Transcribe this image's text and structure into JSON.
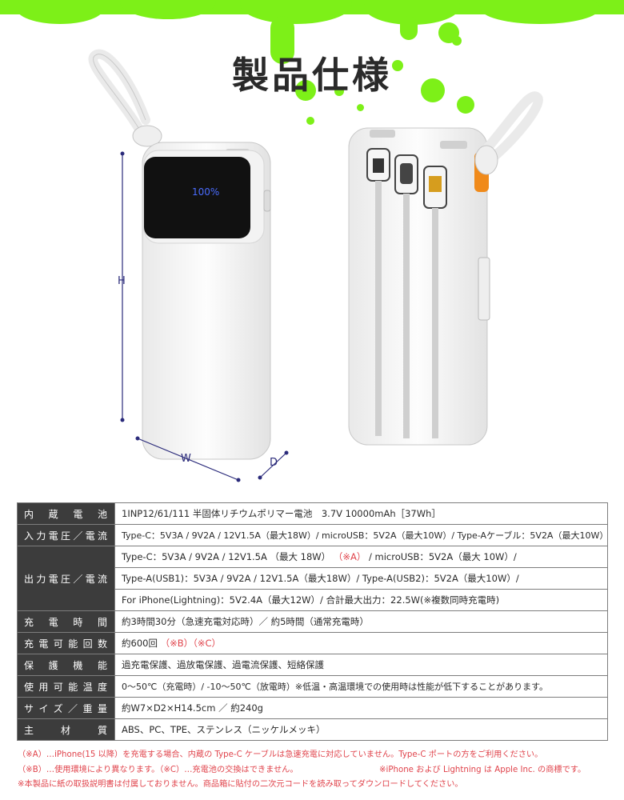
{
  "title": "製品仕様",
  "dimensions": {
    "h": "H",
    "w": "W",
    "d": "D"
  },
  "device": {
    "display_reading": "100%"
  },
  "colors": {
    "accent_green": "#7df018",
    "table_header_bg": "#3c3c3c",
    "note_red": "#e0434b",
    "dimension_line": "#2a2a7a"
  },
  "spec_rows": [
    {
      "key": "内蔵電池",
      "values": [
        "1INP12/61/111 半固体リチウムポリマー電池　3.7V 10000mAh［37Wh］"
      ]
    },
    {
      "key": "入力電圧／電流",
      "values": [
        "Type-C：5V3A / 9V2A / 12V1.5A（最大18W）/ microUSB：5V2A（最大10W）/ Type-Aケーブル：5V2A（最大10W）"
      ]
    },
    {
      "key": "出力電圧／電流",
      "values": [
        "Type-C：5V3A / 9V2A / 12V1.5A （最大 18W）",
        "Type-A(USB1)：5V3A / 9V2A / 12V1.5A（最大18W）/ Type-A(USB2)：5V2A（最大10W）/",
        "For iPhone(Lightning)：5V2.4A（最大12W）/ 合計最大出力：22.5W(※複数同時充電時)"
      ],
      "note_a": "（※A）",
      "tail_a": "/ microUSB：5V2A（最大 10W）/"
    },
    {
      "key": "充電時間",
      "values": [
        "約3時間30分（急速充電対応時）／ 約5時間（通常充電時）"
      ]
    },
    {
      "key": "充電可能回数",
      "values": [
        "約600回"
      ],
      "note_bc": "（※B）（※C）"
    },
    {
      "key": "保護機能",
      "values": [
        "過充電保護、過放電保護、過電流保護、短絡保護"
      ]
    },
    {
      "key": "使用可能温度",
      "values": [
        "0～50℃（充電時）/ -10～50℃（放電時）※低温・高温環境での使用時は性能が低下することがあります。"
      ]
    },
    {
      "key": "サイズ／重量",
      "values": [
        "約W7×D2×H14.5cm ／ 約240g"
      ]
    },
    {
      "key": "主材質",
      "values": [
        "ABS、PC、TPE、ステンレス（ニッケルメッキ）"
      ]
    }
  ],
  "notes": {
    "a": "（※A）…iPhone(15 以降）を充電する場合、内蔵の Type-C ケーブルは急速充電に対応していません。Type-C ポートの方をご利用ください。",
    "b": "（※B）…使用環境により異なります。（※C）…充電池の交換はできません。",
    "apple": "※iPhone および Lightning は Apple Inc. の商標です。",
    "manual": "※本製品に紙の取扱説明書は付属しておりません。商品箱に貼付の二次元コードを読み取ってダウンロードしてください。"
  }
}
